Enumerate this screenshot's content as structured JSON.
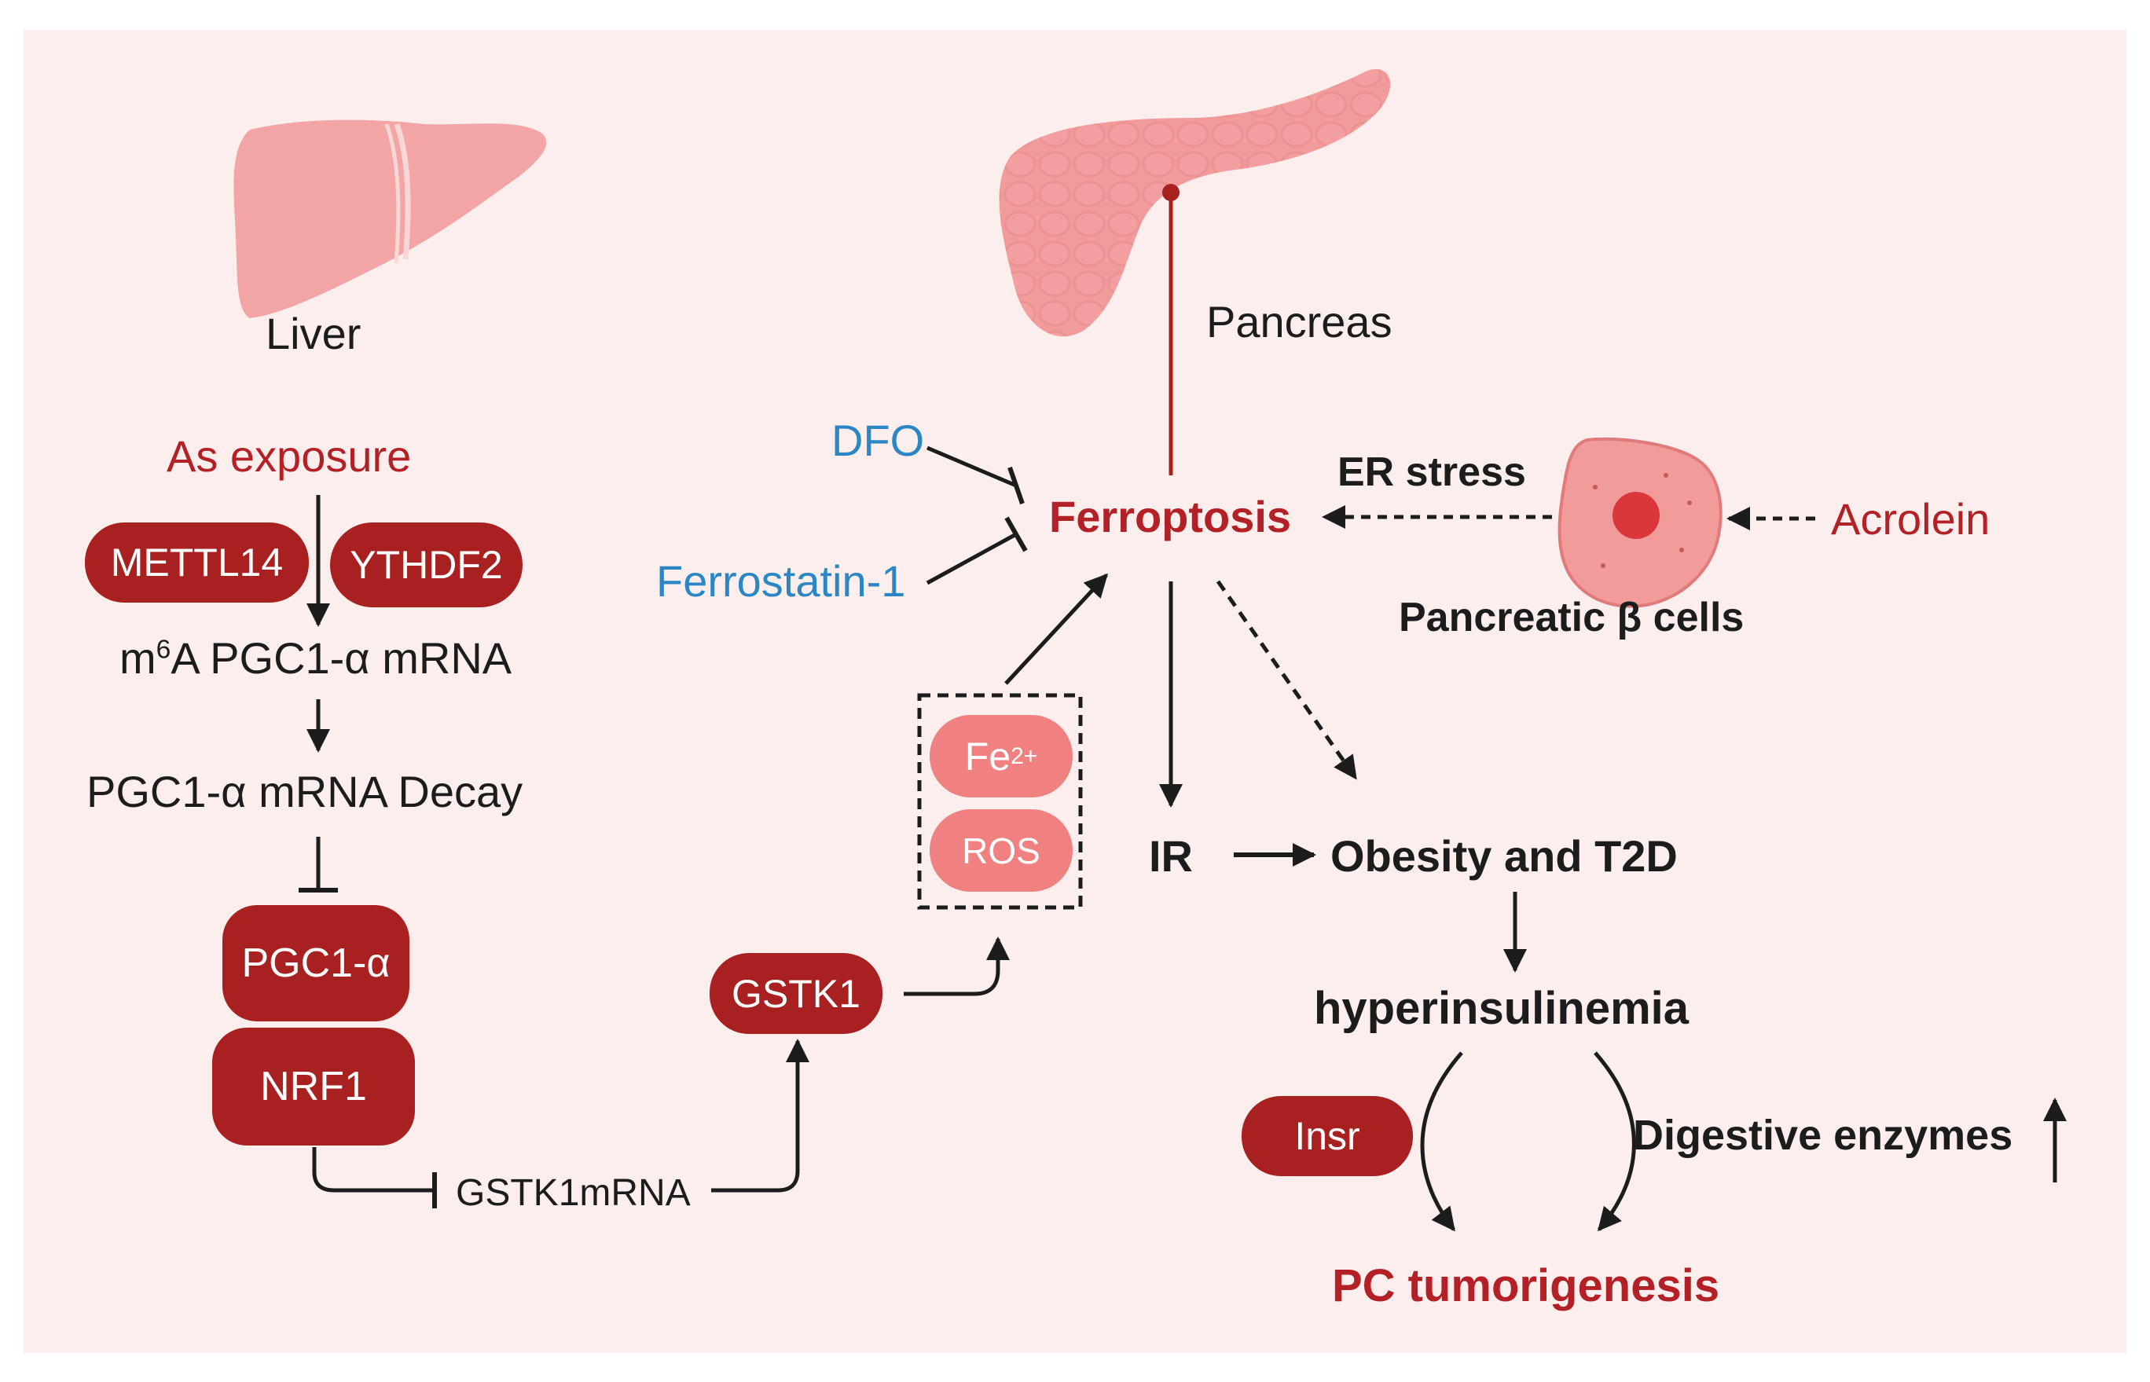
{
  "labels": {
    "liver": "Liver",
    "pancreas": "Pancreas",
    "as_exposure": "As exposure",
    "m6a_m": "m",
    "m6a_sup": "6",
    "m6a_rest": "A PGC1-α mRNA",
    "pgc1_decay": "PGC1-α mRNA Decay",
    "gstk1_mrna": "GSTK1mRNA",
    "dfo": "DFO",
    "ferrostatin": "Ferrostatin-1",
    "ferroptosis": "Ferroptosis",
    "er_stress": "ER stress",
    "acrolein": "Acrolein",
    "beta_cells": "Pancreatic β cells",
    "ir": "IR",
    "obesity": "Obesity and T2D",
    "hyperinsulinemia": "hyperinsulinemia",
    "digestive": "Digestive enzymes",
    "pc_tumor": "PC tumorigenesis"
  },
  "boxes": {
    "mettl14": "METTL14",
    "ythdf2": "YTHDF2",
    "pgc1a": "PGC1-α",
    "nrf1": "NRF1",
    "gstk1": "GSTK1",
    "fe_base": "Fe",
    "fe_sup": "2+",
    "ros": "ROS",
    "insr": "Insr"
  },
  "colors": {
    "panel_bg": "#fdeeee",
    "dark_red": "#a8201f",
    "pink_box": "#f18080",
    "blue_text": "#2b86c5",
    "red_text": "#b32126"
  },
  "icons": [
    "liver-icon",
    "pancreas-icon",
    "beta-cell-icon"
  ]
}
